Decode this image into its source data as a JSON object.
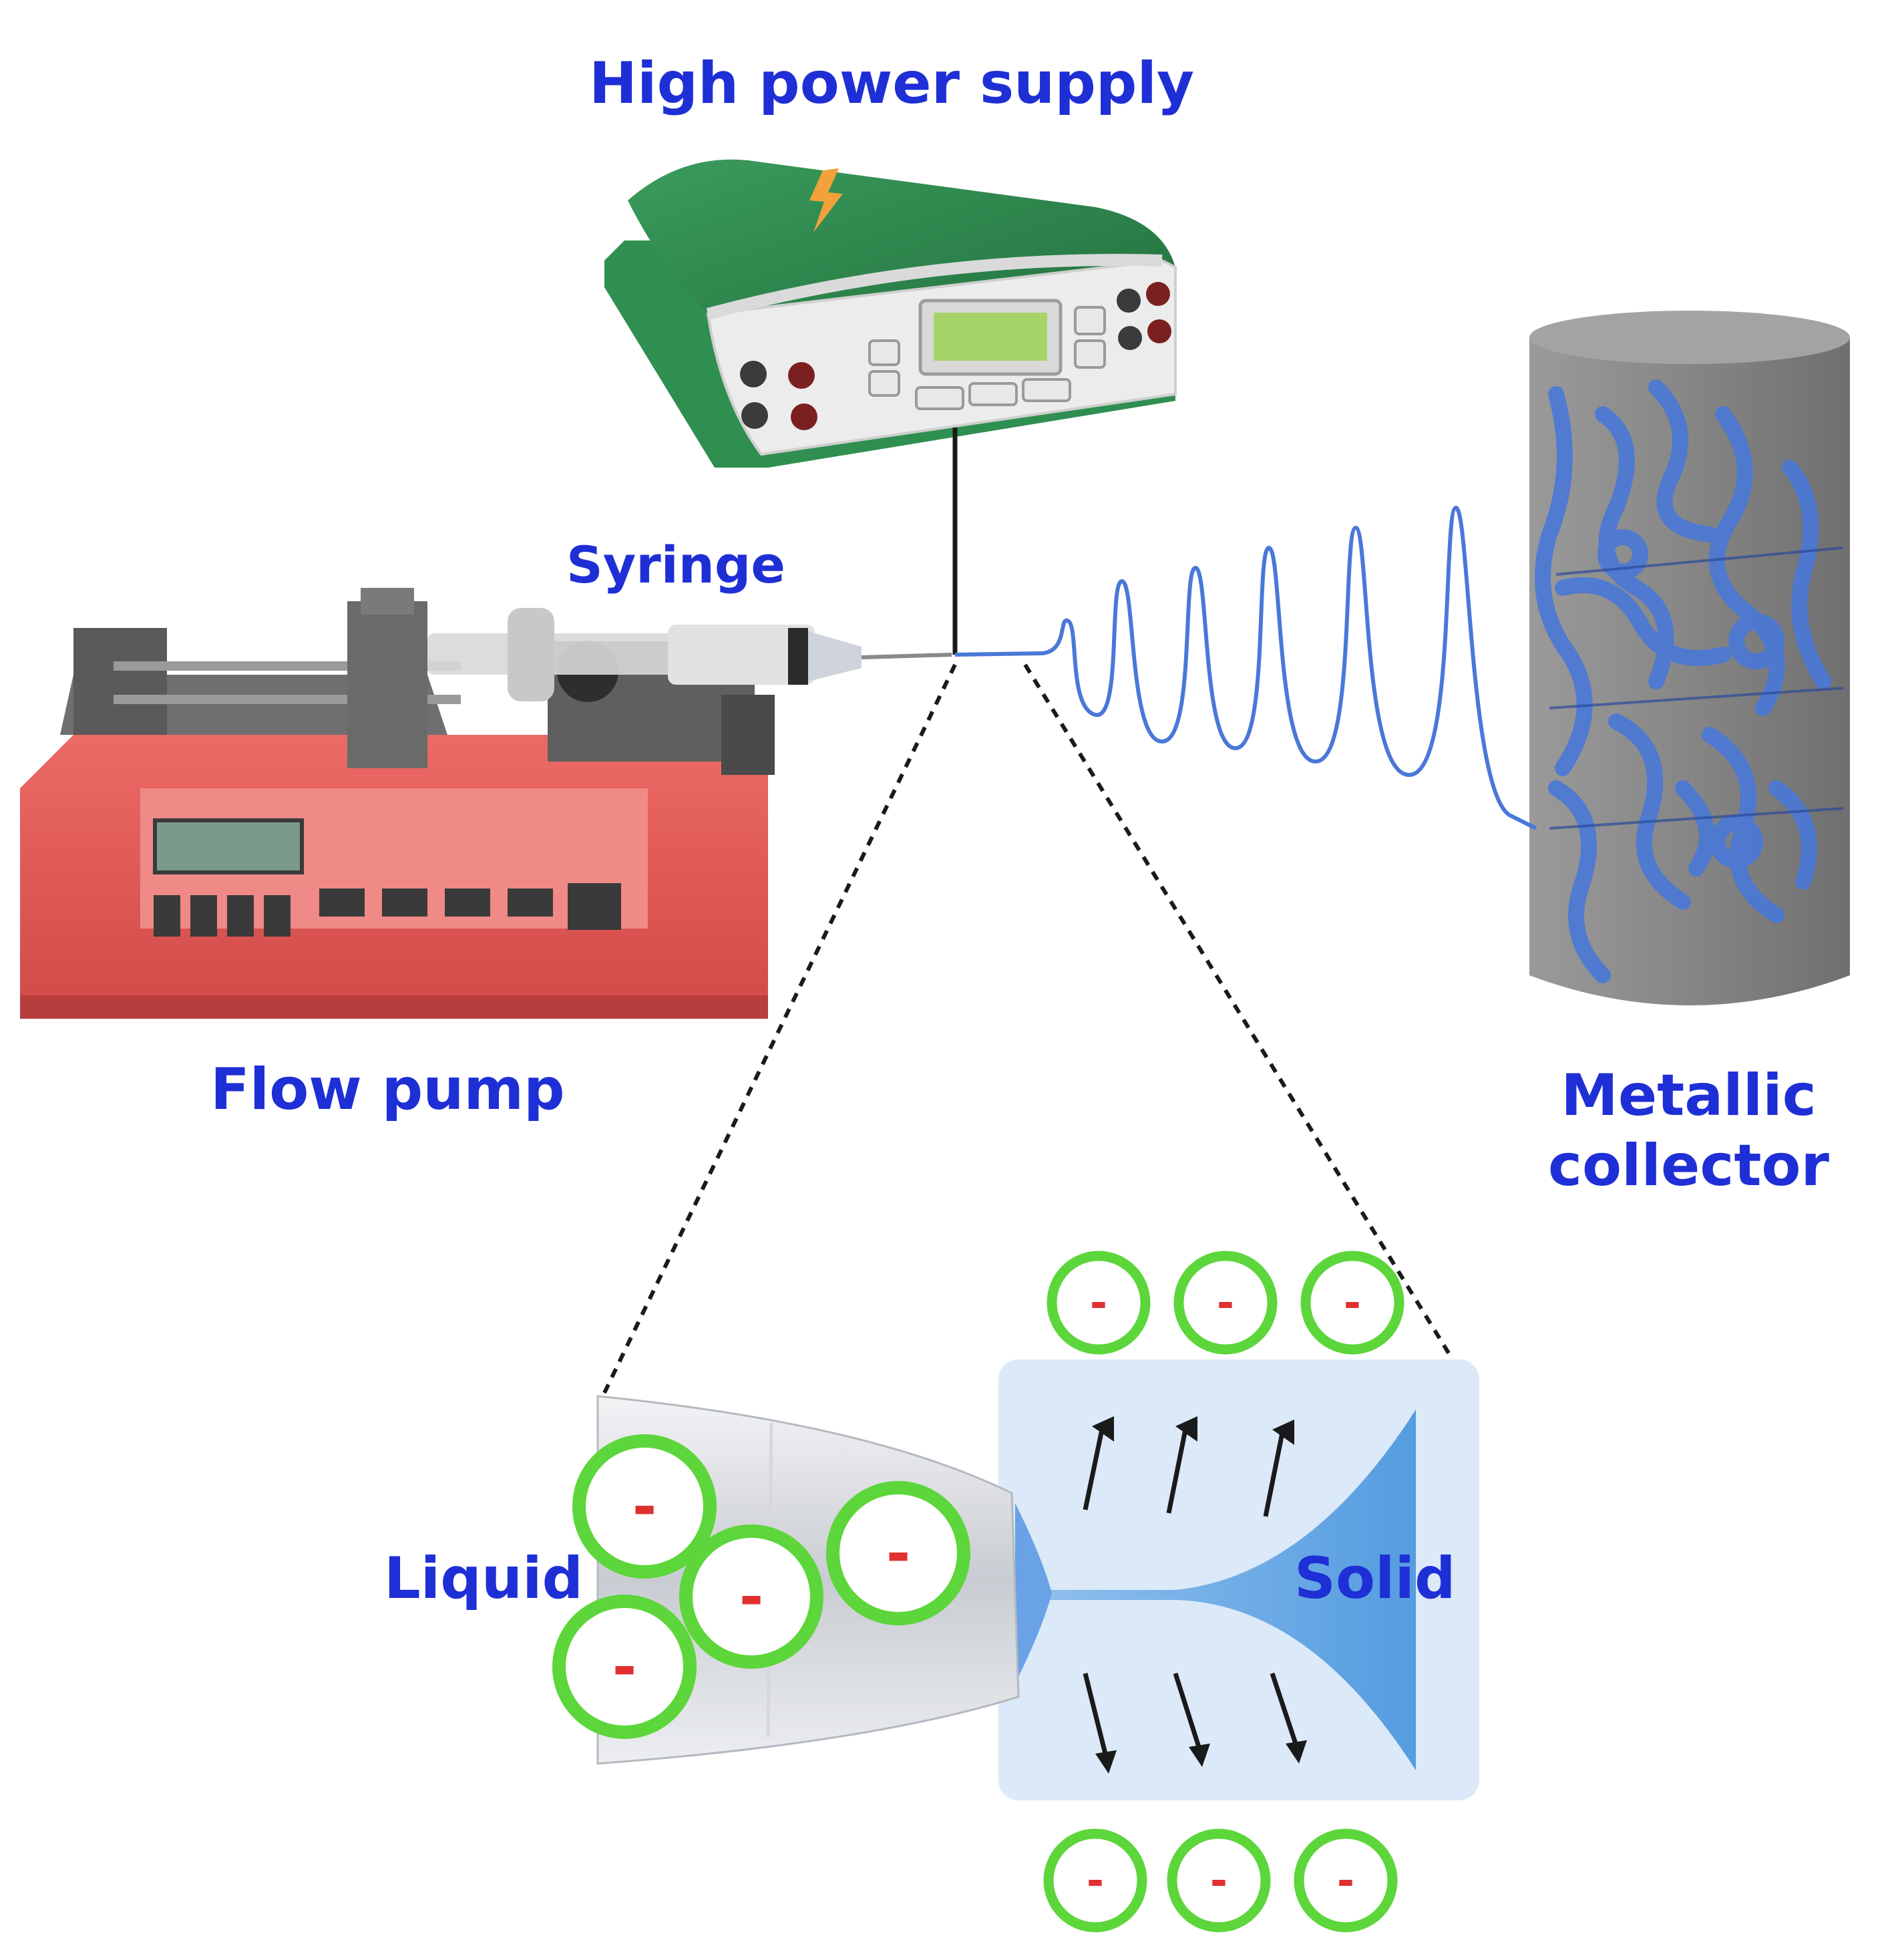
{
  "labels": {
    "high_power_supply": "High power supply",
    "syringe": "Syringe",
    "flow_pump": "Flow pump",
    "metallic_collector_line1": "Metallic",
    "metallic_collector_line2": "collector",
    "liquid": "Liquid",
    "solid": "Solid"
  },
  "charge_symbol": "-",
  "colors": {
    "label_blue": "#1f2fd6",
    "pump_red": "#e05555",
    "supply_green": "#2e8b4e",
    "collector_gray": "#8a8a8a",
    "fiber_blue": "#4a78d8",
    "charge_ring_green": "#5cd63a",
    "charge_minus_red": "#e03030",
    "zoom_panel_blue": "#dbe9f8"
  }
}
